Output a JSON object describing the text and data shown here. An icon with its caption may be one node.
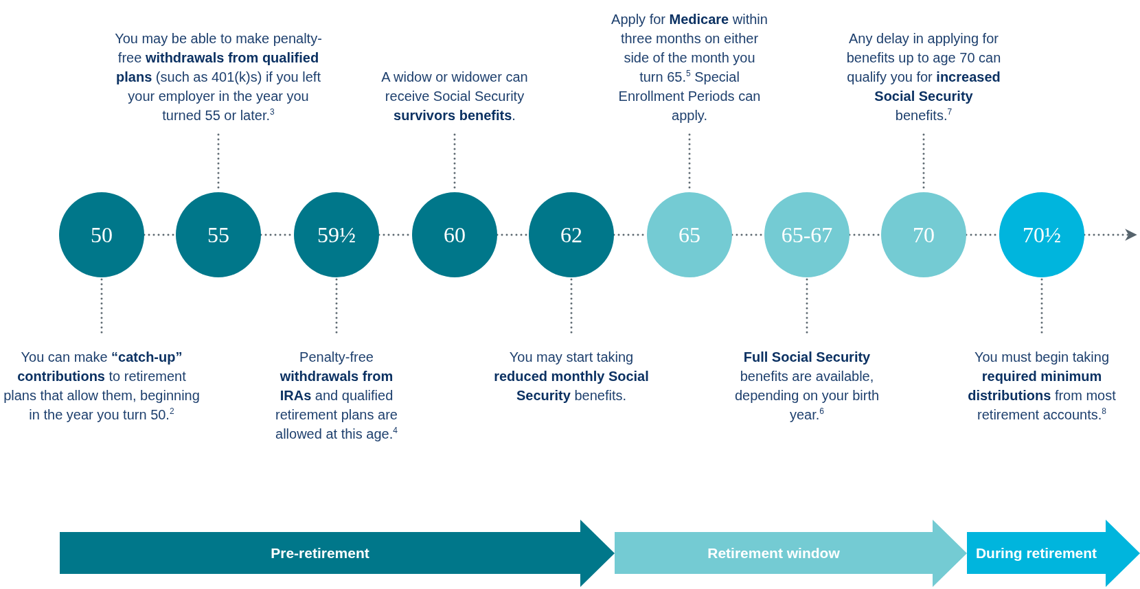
{
  "diagram": {
    "nodes": [
      {
        "text": [
          "You may be able to make penalty-free **withdrawals from qualified plans** (such as 401(k)s) if you left your employer in the year you turned 55 or later.$^{3}$"
        ]
      },
      {
        "text": [
          "A widow or widower can receive Social Security **survivors benefits**."
        ]
      },
      {
        "text": [
          "Apply for **Medicare** within three months on either side of the month you turn 65.$^{5}$ Special Enrollment Periods can apply."
        ]
      },
      {
        "text": [
          "Any delay in applying for benefits up to age 70 can qualify you for **increased Social Security** benefits.$^{7}$"
        ]
      },
      {
        "text": [
          "50"
        ]
      },
      {
        "text": [
          "55"
        ]
      },
      {
        "text": [
          "59½"
        ]
      },
      {
        "text": [
          "60"
        ]
      },
      {
        "text": [
          "62"
        ]
      },
      {
        "text": [
          "65"
        ]
      },
      {
        "text": [
          "65-67"
        ]
      },
      {
        "text": [
          "70"
        ]
      },
      {
        "text": [
          "70½"
        ]
      },
      {
        "text": [
          "You can make **“catch-up” contributions** to retirement plans that allow them, beginning in the year you turn 50.$^{2}$"
        ]
      },
      {
        "text": [
          "Penalty-free **withdrawals from IRAs** and qualified retirement plans are allowed at this age.$^{4}$"
        ]
      },
      {
        "text": [
          "You may start taking **reduced monthly Social Security** benefits."
        ]
      },
      {
        "text": [
          "**Full Social Security** benefits are available, depending on your birth year.$^{6}$"
        ]
      },
      {
        "text": [
          "You must begin taking **required minimum distributions** from most retirement accounts.$^{8}$"
        ]
      },
      {
        "text": [
          "Pre-retirement"
        ]
      },
      {
        "text": [
          "Retirement window"
        ]
      },
      {
        "text": [
          "During retirement"
        ]
      }
    ],
    "edges": [
      {
        "from": 4,
        "to": 5,
        "arrow": "none"
      },
      {
        "from": 5,
        "to": 6,
        "arrow": "none"
      },
      {
        "from": 6,
        "to": 7,
        "arrow": "none"
      },
      {
        "from": 7,
        "to": 8,
        "arrow": "none"
      },
      {
        "from": 8,
        "to": 9,
        "arrow": "none"
      },
      {
        "from": 9,
        "to": 10,
        "arrow": "none"
      },
      {
        "from": 10,
        "to": 11,
        "arrow": "none"
      },
      {
        "from": 11,
        "to": 12,
        "arrow": "none"
      },
      {
        "from": 12,
        "to": null,
        "arrow": "to"
      },
      {
        "from": 0,
        "to": 5,
        "arrow": "none"
      },
      {
        "from": 1,
        "to": 7,
        "arrow": "none"
      },
      {
        "from": 2,
        "to": 9,
        "arrow": "none"
      },
      {
        "from": 3,
        "to": 11,
        "arrow": "none"
      },
      {
        "from": 13,
        "to": 4,
        "arrow": "none"
      },
      {
        "from": 14,
        "to": 6,
        "arrow": "none"
      },
      {
        "from": 15,
        "to": 8,
        "arrow": "none"
      },
      {
        "from": 16,
        "to": 10,
        "arrow": "none"
      },
      {
        "from": 17,
        "to": 12,
        "arrow": "none"
      }
    ]
  }
}
